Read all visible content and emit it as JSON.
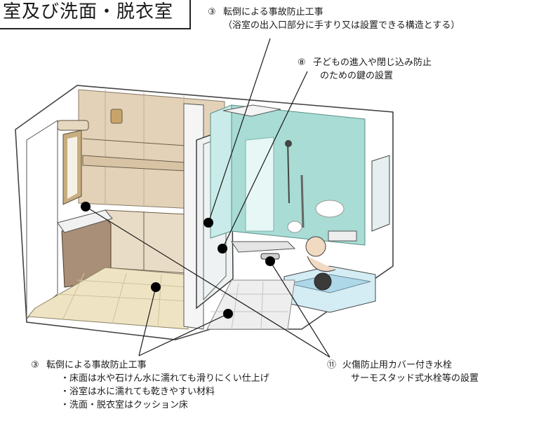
{
  "title": "室及び洗面・脱衣室",
  "annotations": {
    "top_fall": {
      "num": "③",
      "line1": "転倒による事故防止工事",
      "line2": "（浴室の出入口部分に手すり又は設置できる構造とする）"
    },
    "child_lock": {
      "num": "⑧",
      "line1": "子どもの進入や閉じ込み防止",
      "line2": "のための鍵の設置"
    },
    "bottom_fall": {
      "num": "③",
      "line1": "転倒による事故防止工事",
      "items": [
        "・床面は水や石けん水に濡れても滑りにくい仕上げ",
        "・浴室は水に濡れても乾きやすい材料",
        "・洗面・脱衣室はクッション床"
      ]
    },
    "faucet": {
      "num": "⑪",
      "line1": "火傷防止用カバー付き水栓",
      "line2": "サーモスタッド式水栓等の設置"
    }
  },
  "colors": {
    "bath_wall": "#a8dcd4",
    "wall_wood": "#e3d2b8",
    "floor_tile": "#eee4c4",
    "vanity": "#a98f78",
    "line": "#222222"
  }
}
